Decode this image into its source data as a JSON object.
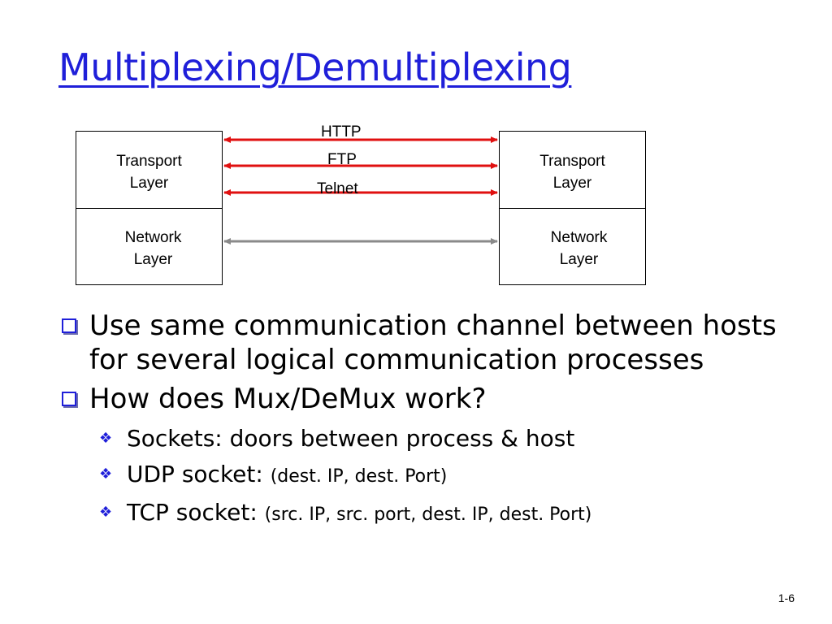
{
  "slide": {
    "title": "Multiplexing/Demultiplexing",
    "page_number": "1-6",
    "accent_color": "#1f1fd9"
  },
  "diagram": {
    "left_host": {
      "transport_line1": "Transport",
      "transport_line2": "Layer",
      "network_line1": "Network",
      "network_line2": "Layer"
    },
    "right_host": {
      "transport_line1": "Transport",
      "transport_line2": "Layer",
      "network_line1": "Network",
      "network_line2": "Layer"
    },
    "protocols": [
      "HTTP",
      "FTP",
      "Telnet"
    ],
    "protocol_arrow_color": "#e01010",
    "network_arrow_color": "#8a8a8a"
  },
  "bullets": [
    {
      "text": "Use same communication channel between hosts for several logical communication processes"
    },
    {
      "text": "How does Mux/DeMux work?",
      "sub": [
        {
          "text": "Sockets: doors between process & host",
          "detail": ""
        },
        {
          "text": "UDP socket: ",
          "detail": "(dest. IP, dest. Port)"
        },
        {
          "text": "TCP socket: ",
          "detail": "(src. IP, src. port, dest. IP, dest. Port)"
        }
      ]
    }
  ]
}
